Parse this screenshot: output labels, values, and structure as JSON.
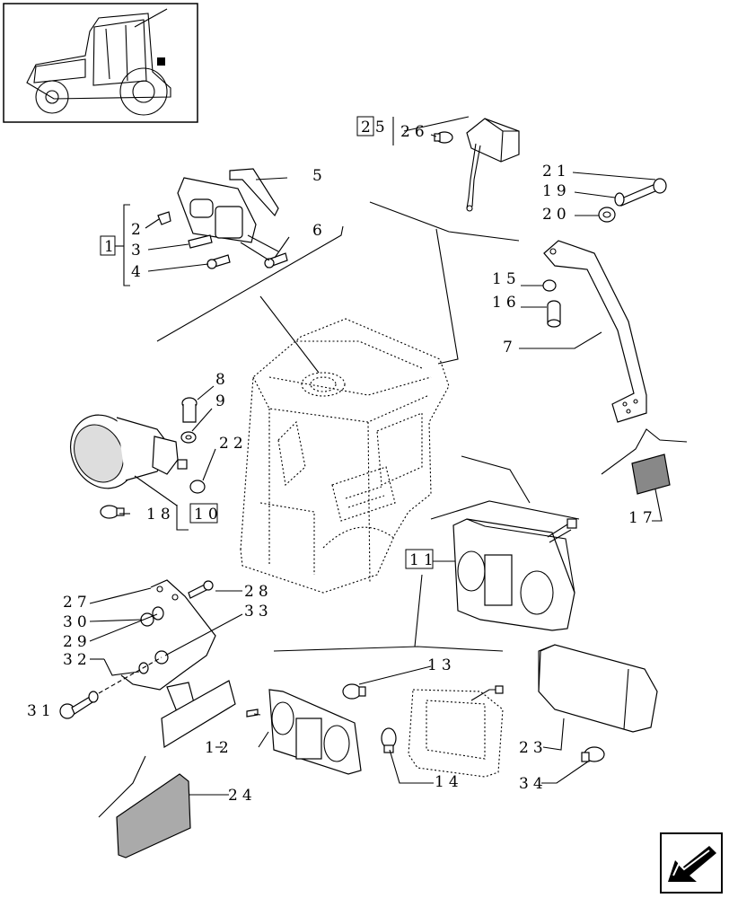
{
  "callouts": {
    "c1": "1",
    "c2": "2",
    "c3": "3",
    "c4": "4",
    "c5": "5",
    "c6": "6",
    "c7": "7",
    "c8": "8",
    "c9": "9",
    "c10": "10",
    "c11": "11",
    "c12": "12",
    "c13": "13",
    "c14": "14",
    "c15": "15",
    "c16": "16",
    "c17": "17",
    "c18": "18",
    "c19": "19",
    "c20": "20",
    "c21": "21",
    "c22": "22",
    "c23": "23",
    "c24": "24",
    "c25": "25",
    "c26": "26",
    "c27": "27",
    "c28": "28",
    "c29": "29",
    "c30": "30",
    "c31": "31",
    "c32": "32",
    "c33": "33",
    "c34": "34"
  },
  "icons": {
    "thumbnail": "tractor-thumbnail-icon",
    "nav": "next-page-arrow-icon"
  }
}
